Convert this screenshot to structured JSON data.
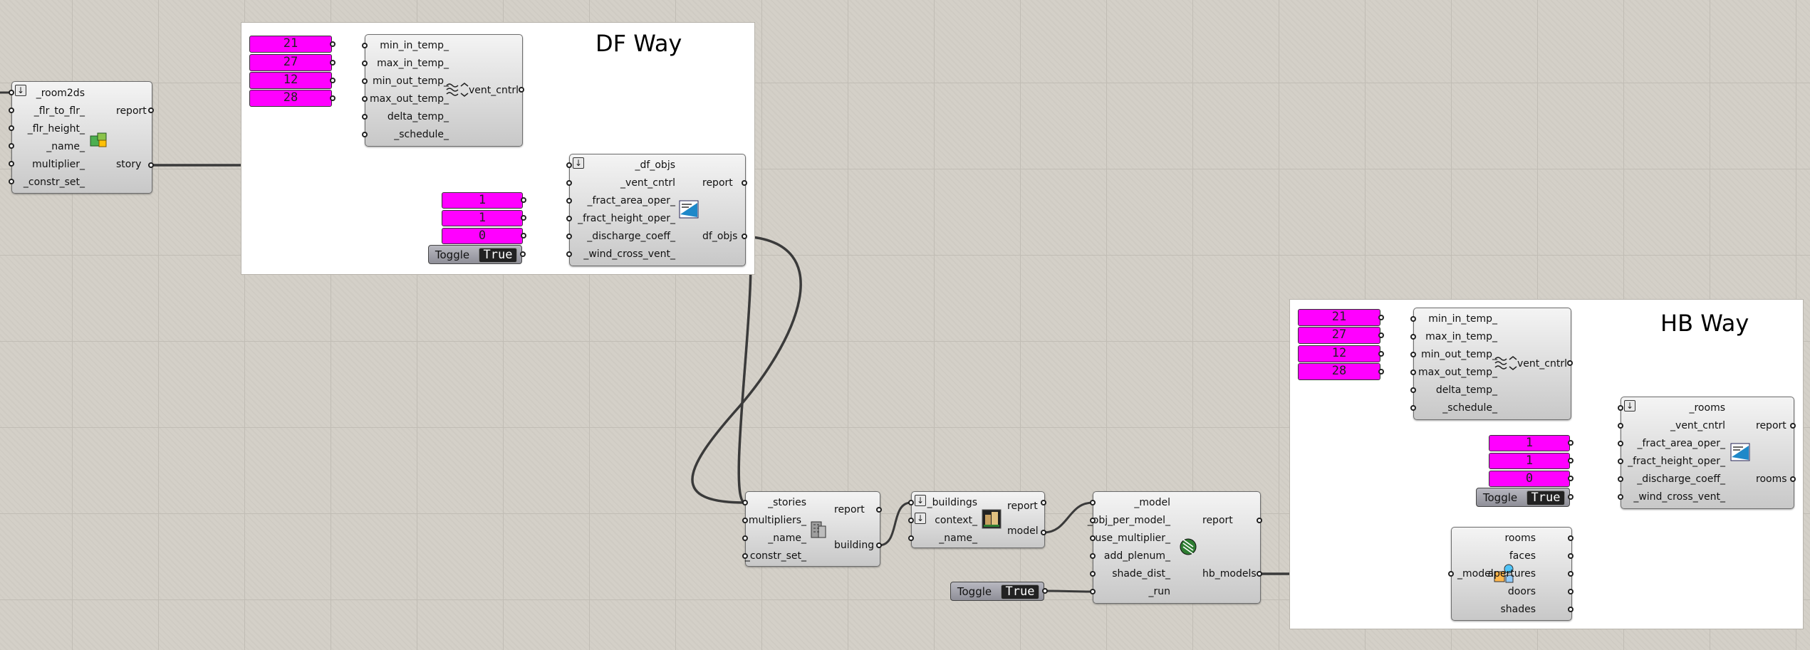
{
  "groups": {
    "df_way": {
      "title": "DF Way"
    },
    "hb_way": {
      "title": "HB Way"
    }
  },
  "room2ds": {
    "inputs": [
      "_room2ds",
      "_flr_to_flr_",
      "_flr_height_",
      "_name_",
      "multiplier_",
      "_constr_set_"
    ],
    "outputs": [
      "report",
      "story"
    ]
  },
  "df_sliders": [
    "21",
    "27",
    "12",
    "28"
  ],
  "df_vent": {
    "inputs": [
      "min_in_temp_",
      "max_in_temp_",
      "min_out_temp_",
      "max_out_temp_",
      "delta_temp_",
      "_schedule_"
    ],
    "output": "vent_cntrl"
  },
  "df_aperture": {
    "inputs": [
      "_df_objs",
      "_vent_cntrl",
      "_fract_area_oper_",
      "_fract_height_oper_",
      "_discharge_coeff_",
      "_wind_cross_vent_"
    ],
    "outputs": [
      "report",
      "df_objs"
    ]
  },
  "df_small_sliders": [
    "1",
    "1",
    "0"
  ],
  "df_toggle": {
    "label": "Toggle",
    "value": "True"
  },
  "building": {
    "inputs": [
      "_stories",
      "multipliers_",
      "_name_",
      "_constr_set_"
    ],
    "outputs": [
      "report",
      "building"
    ]
  },
  "model_df": {
    "inputs": [
      "_buildings",
      "context_",
      "_name_"
    ],
    "outputs": [
      "report",
      "model"
    ]
  },
  "to_hb": {
    "inputs": [
      "_model",
      "_obj_per_model_",
      "use_multiplier_",
      "add_plenum_",
      "shade_dist_",
      "_run"
    ],
    "outputs": [
      "report",
      "hb_models"
    ]
  },
  "run_toggle": {
    "label": "Toggle",
    "value": "True"
  },
  "hb_sliders": [
    "21",
    "27",
    "12",
    "28"
  ],
  "hb_vent": {
    "inputs": [
      "min_in_temp_",
      "max_in_temp_",
      "min_out_temp_",
      "max_out_temp_",
      "delta_temp_",
      "_schedule_"
    ],
    "output": "vent_cntrl"
  },
  "hb_window": {
    "inputs": [
      "_rooms",
      "_vent_cntrl",
      "_fract_area_oper_",
      "_fract_height_oper_",
      "_discharge_coeff_",
      "_wind_cross_vent_"
    ],
    "outputs": [
      "report",
      "rooms"
    ]
  },
  "hb_small_sliders": [
    "1",
    "1",
    "0"
  ],
  "hb_toggle": {
    "label": "Toggle",
    "value": "True"
  },
  "deconstruct": {
    "input": "_model",
    "outputs": [
      "rooms",
      "faces",
      "apertures",
      "doors",
      "shades"
    ]
  },
  "colors": {
    "slider": "#ff00ff",
    "wire": "#3a3a3a",
    "group": "#ffffff",
    "canvas": "#d4d0c8"
  }
}
